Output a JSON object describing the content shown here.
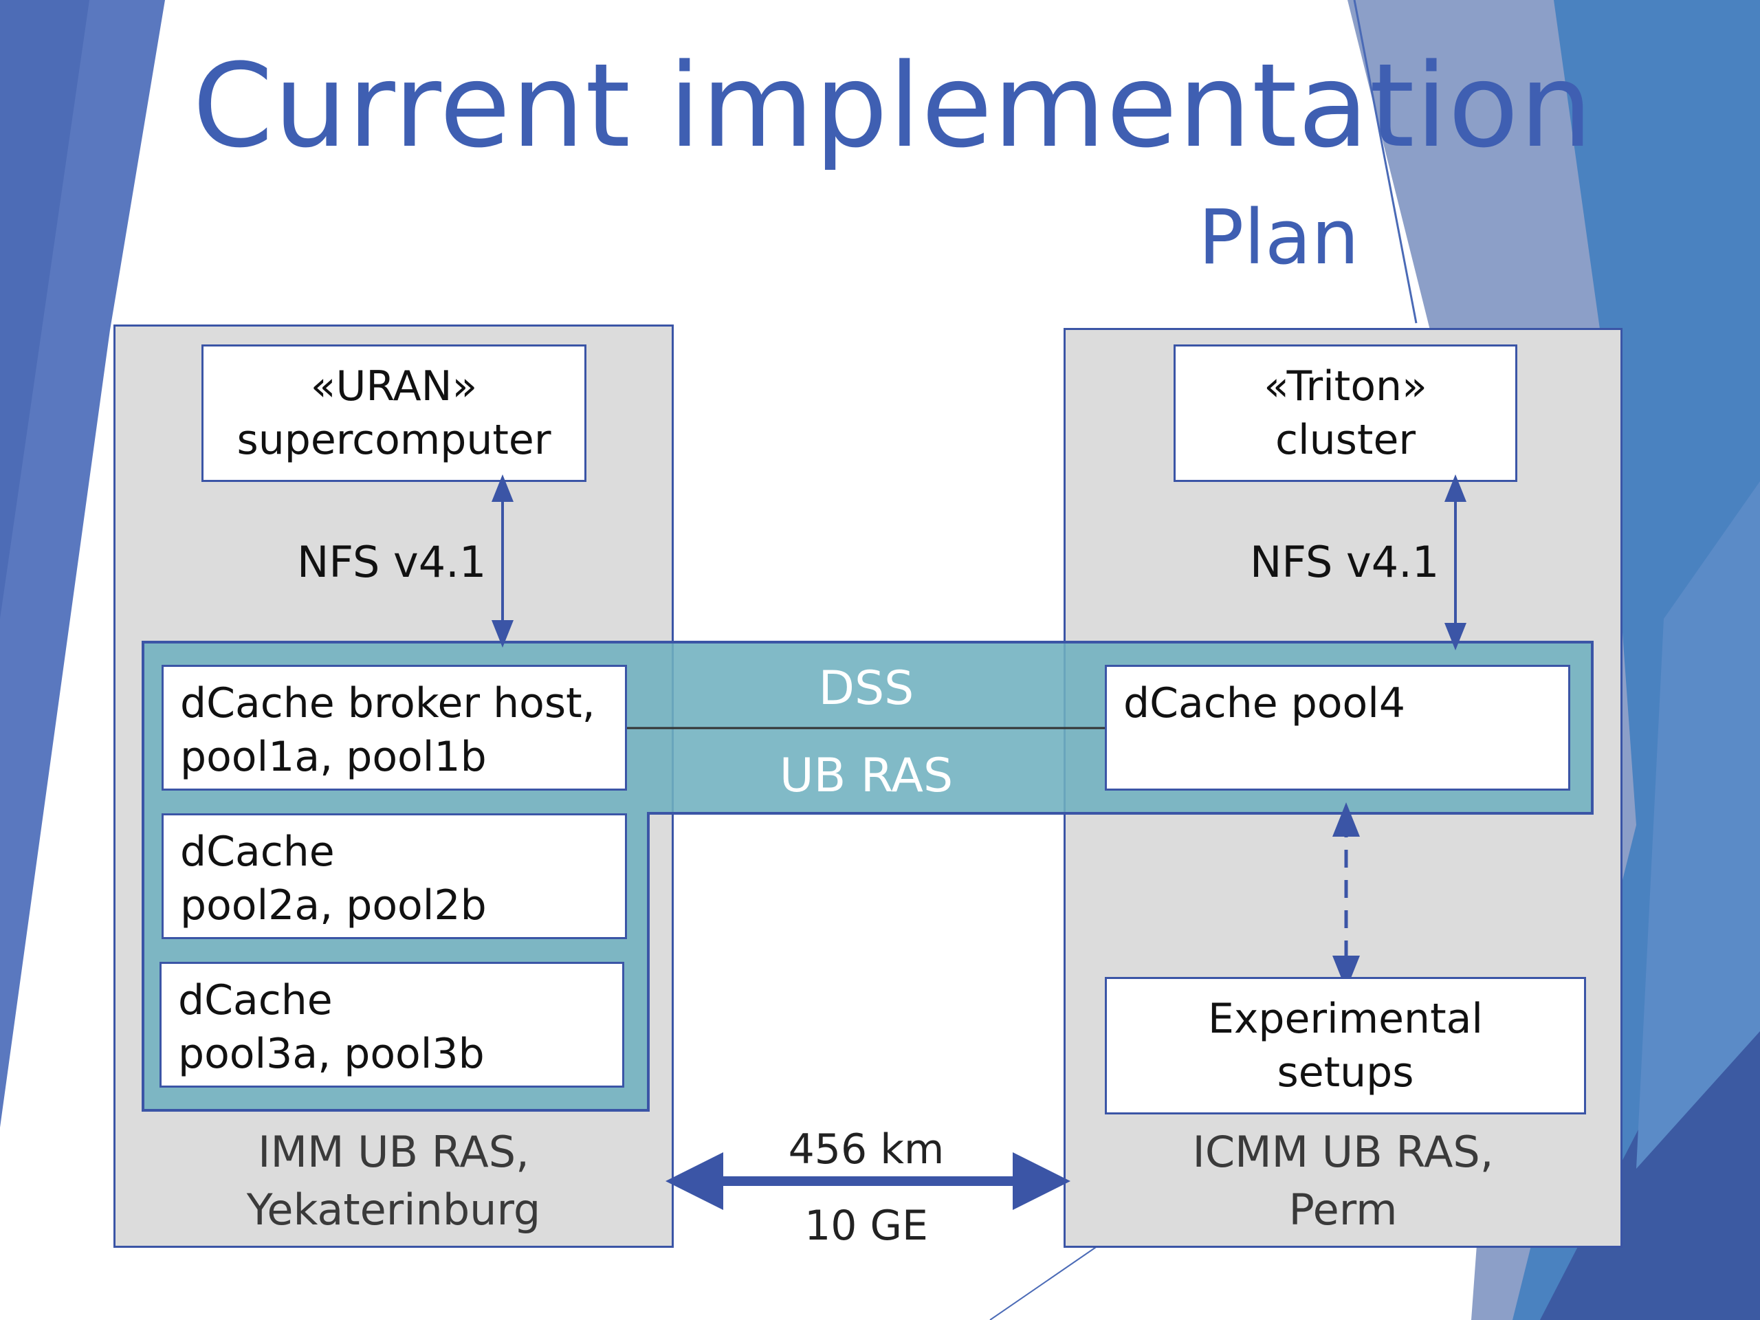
{
  "slide": {
    "title": "Current implementation",
    "subtitle": "Plan"
  },
  "left_site": {
    "cluster_line1": "«URAN»",
    "cluster_line2": "supercomputer",
    "protocol": "NFS v4.1",
    "pools": [
      {
        "line1": "dCache broker host,",
        "line2": "pool1a, pool1b"
      },
      {
        "line1": "dCache",
        "line2": "pool2a, pool2b"
      },
      {
        "line1": "dCache",
        "line2": "pool3a, pool3b"
      }
    ],
    "location_line1": "IMM UB RAS,",
    "location_line2": "Yekaterinburg"
  },
  "right_site": {
    "cluster_line1": "«Triton»",
    "cluster_line2": "cluster",
    "protocol": "NFS v4.1",
    "pool": "dCache pool4",
    "setup_line1": "Experimental",
    "setup_line2": "setups",
    "location_line1": "ICMM UB RAS,",
    "location_line2": "Perm"
  },
  "storage": {
    "name_line1": "DSS",
    "name_line2": "UB RAS"
  },
  "link": {
    "distance": "456 km",
    "bandwidth": "10 GE"
  },
  "colors": {
    "accent_blue": "#3f5fb2",
    "box_border": "#3b55a6",
    "site_fill": "#dcdcdc",
    "dss_teal": "#6fb0bf"
  }
}
